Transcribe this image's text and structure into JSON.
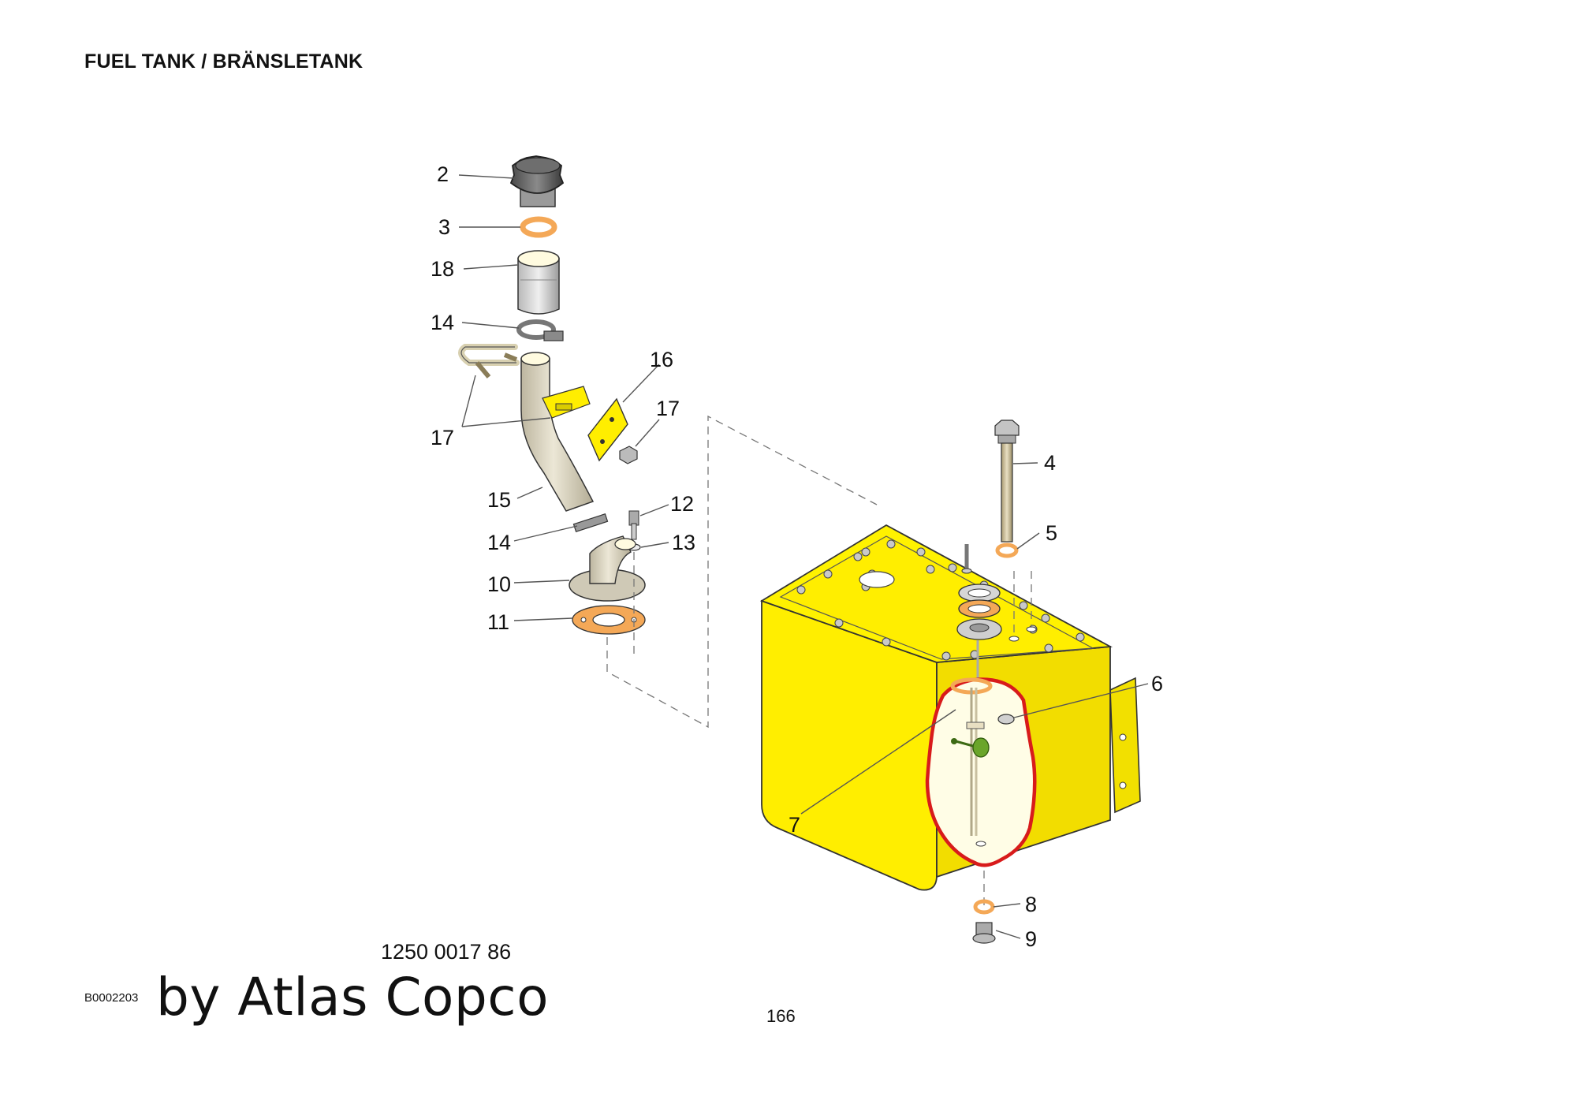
{
  "page": {
    "title": "FUEL TANK / BRÄNSLETANK",
    "part_number": "1250 0017 86",
    "image_code": "B0002203",
    "watermark": "by Atlas Copco",
    "page_number": "166"
  },
  "callouts": {
    "c2": "2",
    "c3": "3",
    "c18": "18",
    "c14a": "14",
    "c16": "16",
    "c17a": "17",
    "c17b": "17",
    "c15": "15",
    "c12": "12",
    "c14b": "14",
    "c13": "13",
    "c10": "10",
    "c11": "11",
    "c4": "4",
    "c5": "5",
    "c6": "6",
    "c7": "7",
    "c8": "8",
    "c9": "9"
  },
  "colors": {
    "tank": "#ffee00",
    "gasket": "#f4a857",
    "highlight": "#d81b1b",
    "pipe": "#d9d3bf"
  }
}
